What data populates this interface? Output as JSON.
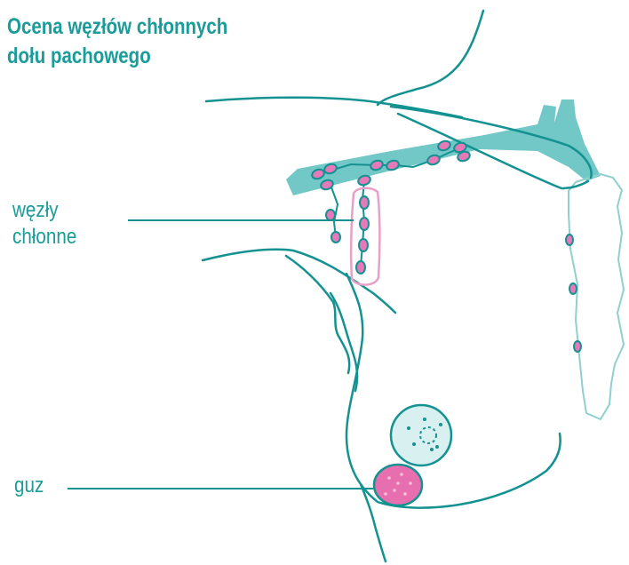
{
  "title": {
    "line1": "Ocena węzłów chłonnych",
    "line2": "dołu pachowego"
  },
  "labels": {
    "lymph_nodes": {
      "line1": "węzły",
      "line2": "chłonne"
    },
    "tumor": "guz"
  },
  "colors": {
    "text": "#1a9c9a",
    "outline": "#139291",
    "bone": "#72c8c6",
    "muscle_outline": "#8fd0ce",
    "node_fill": "#e67ab8",
    "highlight": "#e8a0c8",
    "tumor_fill": "#e76fb0",
    "nipple_fill": "#d8f0ef"
  }
}
